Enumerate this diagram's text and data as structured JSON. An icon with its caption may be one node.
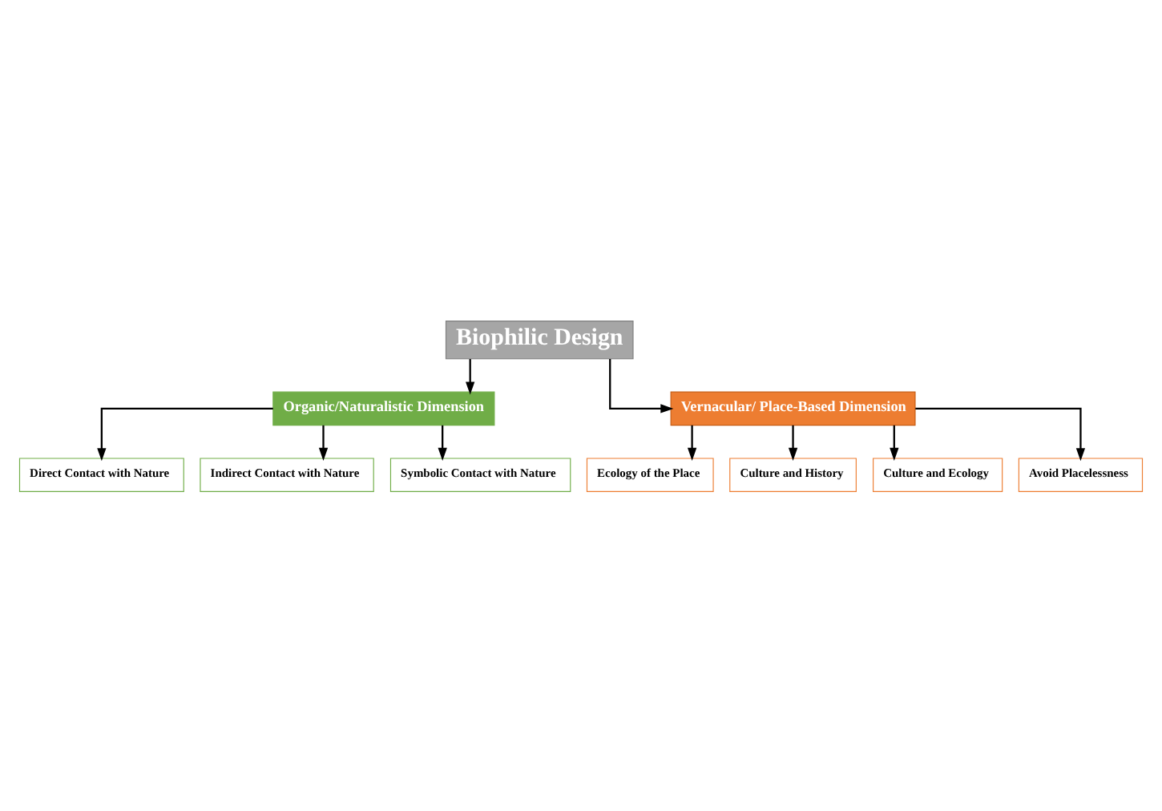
{
  "diagram": {
    "nodes": [
      {
        "text": [
          "Biophilic Design"
        ]
      },
      {
        "text": [
          "Organic/Naturalistic Dimension"
        ]
      },
      {
        "text": [
          "Vernacular/ Place-Based Dimension"
        ]
      },
      {
        "text": [
          "Direct Contact with Nature"
        ]
      },
      {
        "text": [
          "Indirect Contact with Nature"
        ]
      },
      {
        "text": [
          "Symbolic Contact with Nature"
        ]
      },
      {
        "text": [
          "Ecology of the Place"
        ]
      },
      {
        "text": [
          "Culture and History"
        ]
      },
      {
        "text": [
          "Culture and Ecology"
        ]
      },
      {
        "text": [
          "Avoid Placelessness"
        ]
      }
    ],
    "edges": [
      {
        "from": 0,
        "to": 1,
        "arrow": "to"
      },
      {
        "from": 0,
        "to": 2,
        "arrow": "to"
      },
      {
        "from": 1,
        "to": 3,
        "arrow": "to"
      },
      {
        "from": 1,
        "to": 4,
        "arrow": "to"
      },
      {
        "from": 1,
        "to": 5,
        "arrow": "to"
      },
      {
        "from": 2,
        "to": 6,
        "arrow": "to"
      },
      {
        "from": 2,
        "to": 7,
        "arrow": "to"
      },
      {
        "from": 2,
        "to": 8,
        "arrow": "to"
      },
      {
        "from": 2,
        "to": 9,
        "arrow": "to"
      }
    ]
  }
}
